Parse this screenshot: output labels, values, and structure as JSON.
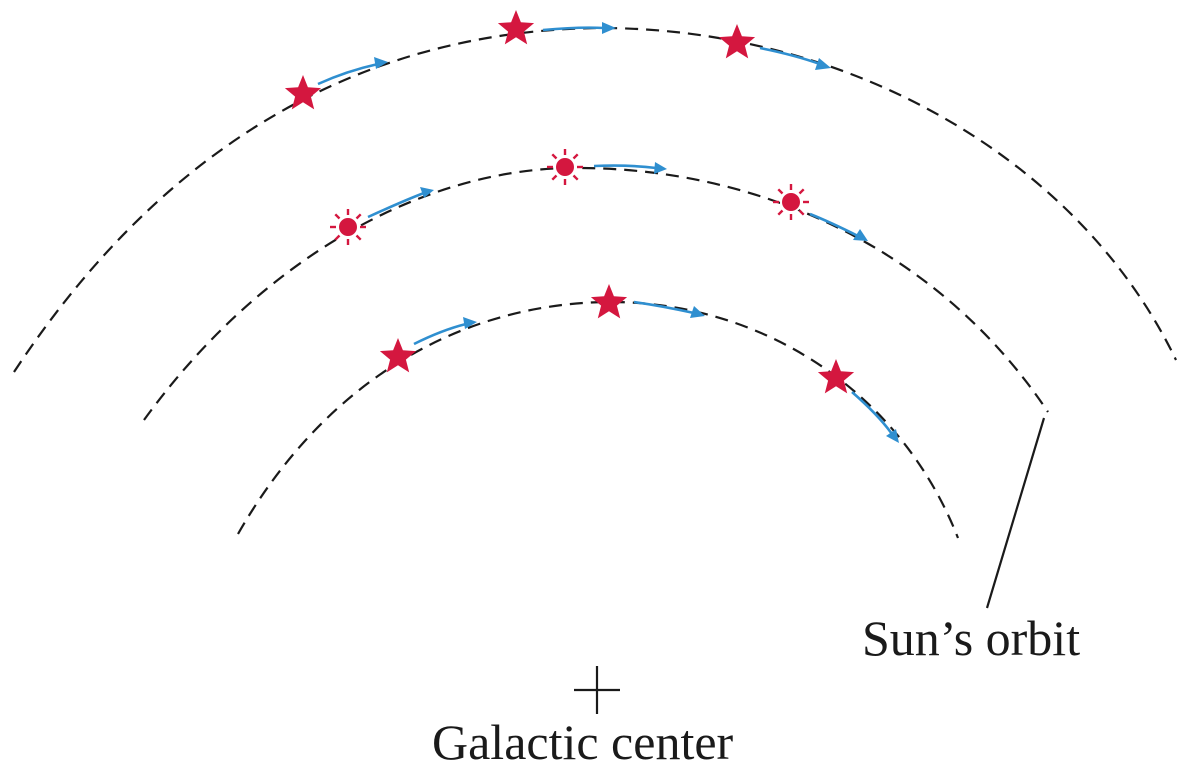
{
  "labels": {
    "sun_orbit": "Sun’s orbit",
    "galactic_center": "Galactic center"
  },
  "colors": {
    "star": "#d4173f",
    "motion_arrow": "#2f8fd0",
    "orbit_line": "#1a1a1a"
  },
  "icons": {
    "star_marker": "five-point-star",
    "sun_marker": "sun-with-rays",
    "galactic_center_marker": "plus-cross"
  }
}
